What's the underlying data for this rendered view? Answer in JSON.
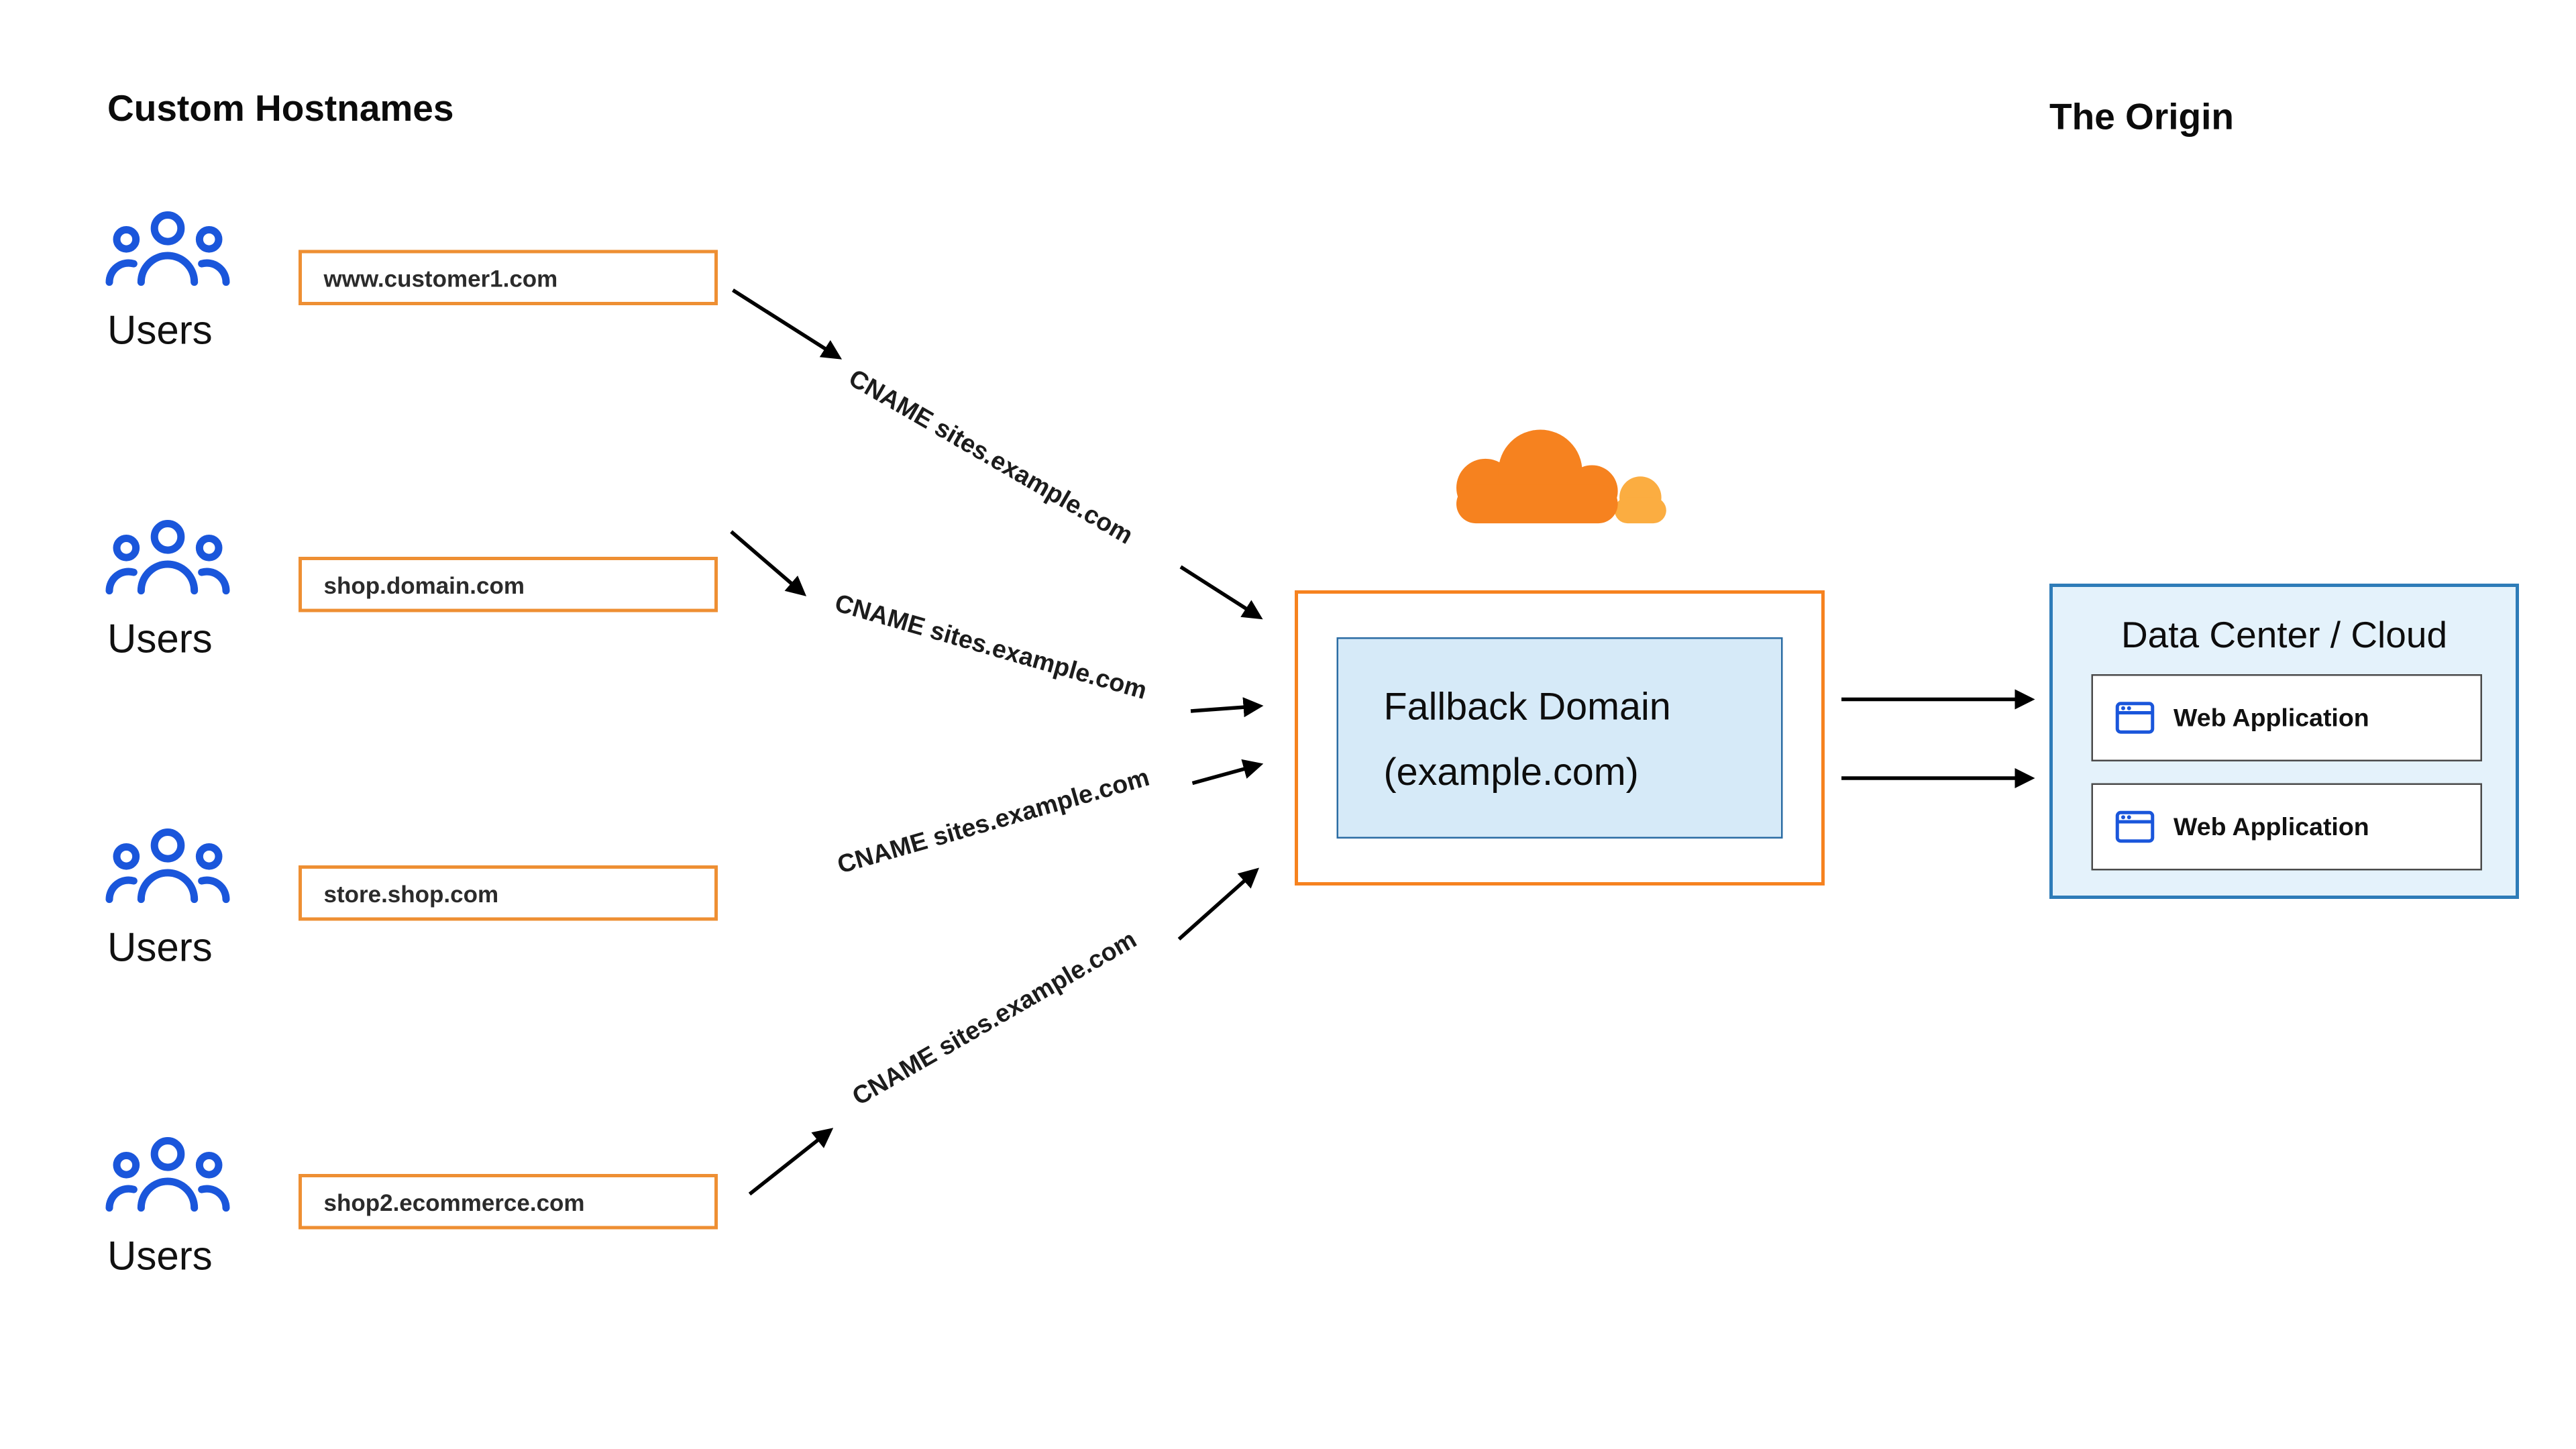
{
  "headings": {
    "left": "Custom Hostnames",
    "right": "The Origin"
  },
  "rows": [
    {
      "users_label": "Users",
      "hostname": "www.customer1.com",
      "cname": "CNAME sites.example.com"
    },
    {
      "users_label": "Users",
      "hostname": "shop.domain.com",
      "cname": "CNAME sites.example.com"
    },
    {
      "users_label": "Users",
      "hostname": "store.shop.com",
      "cname": "CNAME sites.example.com"
    },
    {
      "users_label": "Users",
      "hostname": "shop2.ecommerce.com",
      "cname": "CNAME sites.example.com"
    }
  ],
  "fallback_box": {
    "line1": "Fallback Domain",
    "line2": "(example.com)"
  },
  "origin_box": {
    "title": "Data Center / Cloud",
    "apps": [
      {
        "label": "Web Application"
      },
      {
        "label": "Web Application"
      }
    ]
  },
  "icons": {
    "users": "users-group-icon",
    "cloudflare": "cloudflare-logo",
    "browser": "browser-window-icon"
  },
  "colors": {
    "orange": "#F6821F",
    "orange_light": "#FBAD41",
    "hostname_border": "#EE8F33",
    "icon_blue": "#1A56DB",
    "origin_border": "#2E7CB8",
    "origin_bg": "#E4F2FB",
    "fallback_bg": "#D6EAF8",
    "fallback_border": "#2B6CA3",
    "arrow": "#000000"
  }
}
